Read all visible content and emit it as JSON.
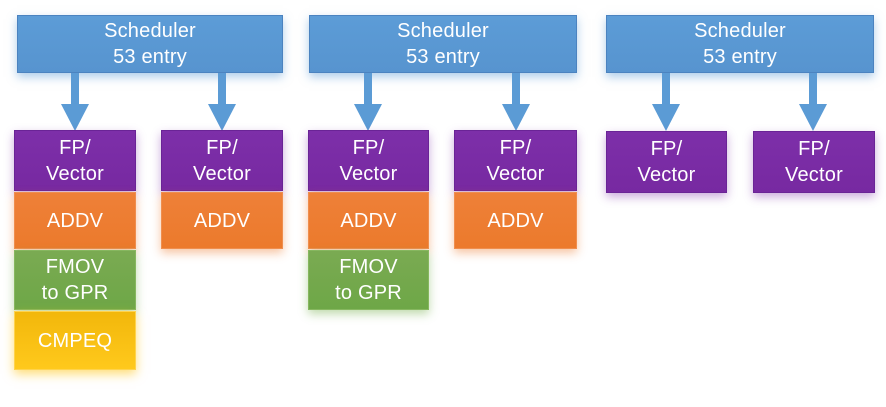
{
  "diagram": {
    "description": "Scheduler to FP/Vector execution pipes block diagram",
    "colors": {
      "scheduler_blue": "#5B9BD5",
      "arrow_blue": "#5B9BD5",
      "fp_vector_purple": "#7B2DA7",
      "addv_orange": "#ED7D31",
      "fmov_green": "#70AD47",
      "cmpeq_yellow": "#FFC000",
      "text": "#FFFFFF",
      "background": "#FFFFFF"
    },
    "groups": [
      {
        "scheduler": {
          "line1": "Scheduler",
          "line2": "53 entry"
        },
        "columns": [
          {
            "units": [
              {
                "name": "fp-vector",
                "line1": "FP/",
                "line2": "Vector"
              },
              {
                "name": "addv",
                "line1": "ADDV"
              },
              {
                "name": "fmov-to-gpr",
                "line1": "FMOV",
                "line2": "to GPR"
              },
              {
                "name": "cmpeq",
                "line1": "CMPEQ"
              }
            ]
          },
          {
            "units": [
              {
                "name": "fp-vector",
                "line1": "FP/",
                "line2": "Vector"
              },
              {
                "name": "addv",
                "line1": "ADDV"
              }
            ]
          }
        ]
      },
      {
        "scheduler": {
          "line1": "Scheduler",
          "line2": "53 entry"
        },
        "columns": [
          {
            "units": [
              {
                "name": "fp-vector",
                "line1": "FP/",
                "line2": "Vector"
              },
              {
                "name": "addv",
                "line1": "ADDV"
              },
              {
                "name": "fmov-to-gpr",
                "line1": "FMOV",
                "line2": "to GPR"
              }
            ]
          },
          {
            "units": [
              {
                "name": "fp-vector",
                "line1": "FP/",
                "line2": "Vector"
              },
              {
                "name": "addv",
                "line1": "ADDV"
              }
            ]
          }
        ]
      },
      {
        "scheduler": {
          "line1": "Scheduler",
          "line2": "53 entry"
        },
        "columns": [
          {
            "units": [
              {
                "name": "fp-vector",
                "line1": "FP/",
                "line2": "Vector"
              }
            ]
          },
          {
            "units": [
              {
                "name": "fp-vector",
                "line1": "FP/",
                "line2": "Vector"
              }
            ]
          }
        ]
      }
    ]
  }
}
